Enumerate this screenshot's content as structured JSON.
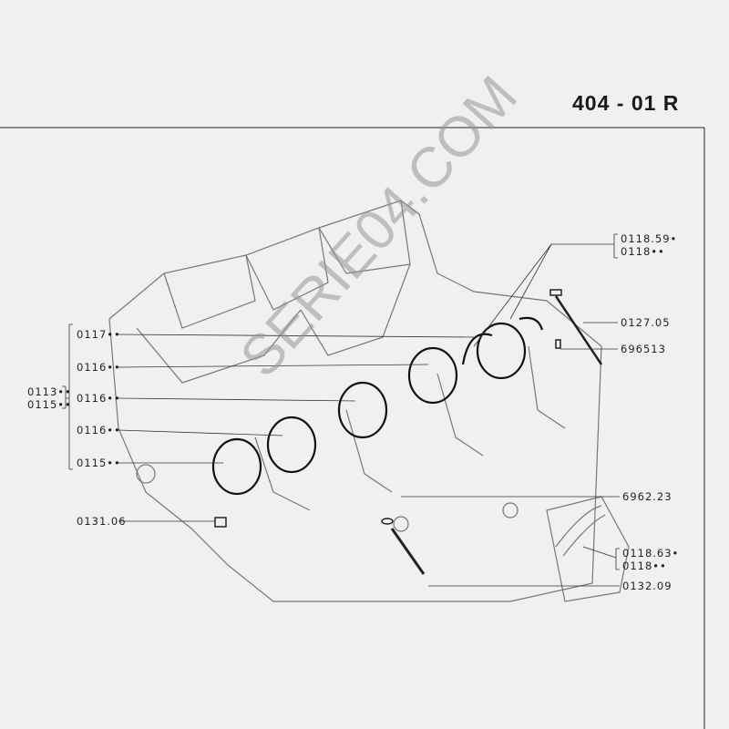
{
  "header": {
    "title": "404 - 01 R"
  },
  "watermark": "SERIE04.COM",
  "labels": {
    "group_outer": [
      "0113••",
      "0115••"
    ],
    "group_left": [
      "0117••",
      "0116••",
      "0116••",
      "0116••",
      "0115••"
    ],
    "dowel": "0131.06",
    "thrust_top": [
      "0118.59•",
      "0118••"
    ],
    "screw": "0127.05",
    "pin": "696513",
    "washer": "6962.23",
    "thrust_bottom": [
      "0118.63•",
      "0118••"
    ],
    "bolt": "0132.09"
  }
}
